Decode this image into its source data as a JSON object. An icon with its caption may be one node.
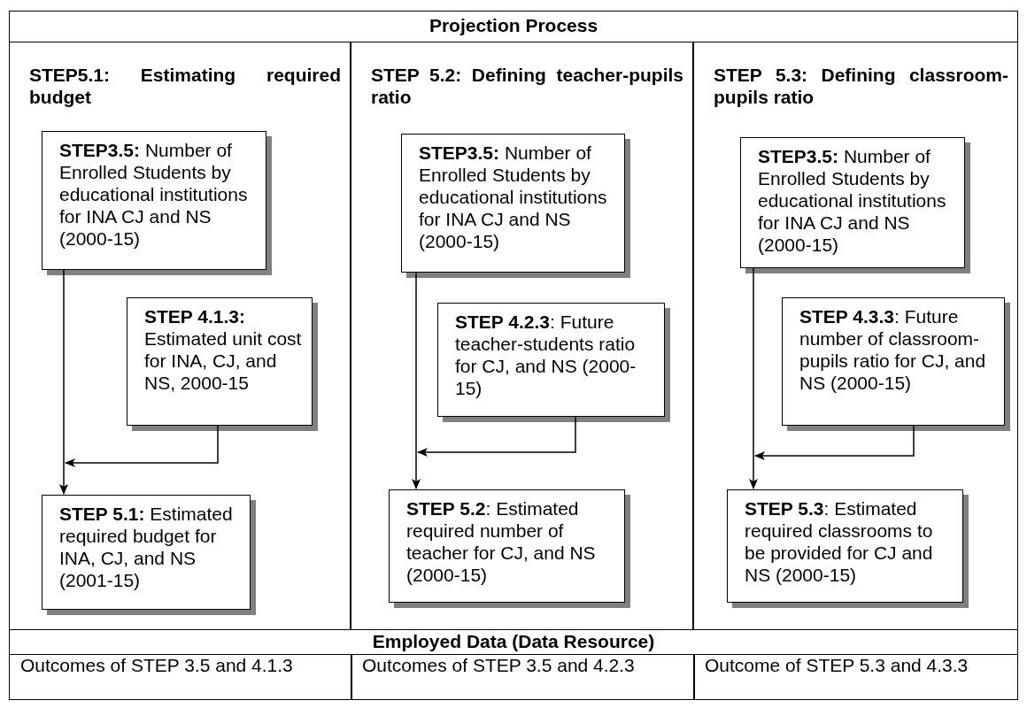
{
  "diagram": {
    "title": "Projection Process",
    "nodes": [
      {
        "text": [
          "STEP5.1: Estimating required budget"
        ]
      },
      {
        "text": [
          "**STEP3.5:** Number of Enrolled Students by educational institutions for INA CJ and NS (2000-15)"
        ],
        "in": 0
      },
      {
        "text": [
          "**STEP 4.1.3:** Estimated unit cost for INA, CJ, and NS, 2000-15"
        ],
        "in": 0
      },
      {
        "text": [
          "**STEP 5.1:** Estimated required budget for INA, CJ, and NS (2001-15)"
        ],
        "in": 0
      },
      {
        "text": [
          "STEP 5.2: Defining teacher-pupils ratio"
        ]
      },
      {
        "text": [
          "**STEP3.5:** Number of Enrolled Students by educational institutions for INA CJ and NS (2000-15)"
        ],
        "in": 4
      },
      {
        "text": [
          "**STEP 4.2.3**: Future teacher-students ratio for CJ, and NS (2000-15)"
        ],
        "in": 4
      },
      {
        "text": [
          "**STEP 5.2**: Estimated required number of teacher for CJ, and NS (2000-15)"
        ],
        "in": 4
      },
      {
        "text": [
          "STEP 5.3: Defining classroom-pupils ratio"
        ]
      },
      {
        "text": [
          "**STEP3.5:** Number of Enrolled Students by educational institutions for INA CJ and NS (2000-15)"
        ],
        "in": 8
      },
      {
        "text": [
          "**STEP 4.3.3**: Future number of classroom-pupils ratio for CJ, and NS (2000-15)"
        ],
        "in": 8
      },
      {
        "text": [
          "**STEP 5.3**: Estimated required classrooms to be provided for CJ and NS (2000-15)"
        ],
        "in": 8
      }
    ],
    "edges": [
      {
        "from": 1,
        "to": 3,
        "arrow": "to"
      },
      {
        "from": 2,
        "to": 3,
        "arrow": "to"
      },
      {
        "from": 5,
        "to": 7,
        "arrow": "to"
      },
      {
        "from": 6,
        "to": 7,
        "arrow": "to"
      },
      {
        "from": 9,
        "to": 11,
        "arrow": "to"
      },
      {
        "from": 10,
        "to": 11,
        "arrow": "to"
      }
    ],
    "labels": [
      "Employed Data (Data Resource)",
      "Outcomes of STEP 3.5 and 4.1.3",
      "Outcomes of STEP 3.5 and 4.2.3",
      "Outcome of STEP 5.3 and 4.3.3"
    ]
  }
}
